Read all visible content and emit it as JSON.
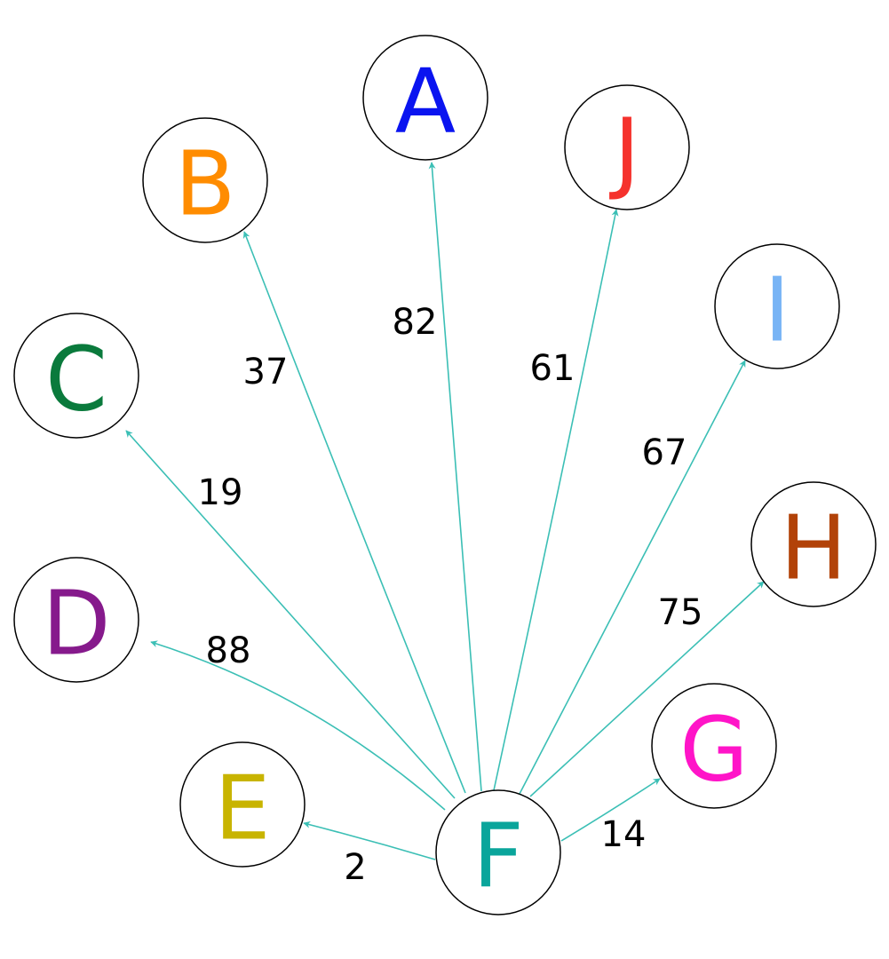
{
  "edge_color": "#3bbfb5",
  "nodes": [
    {
      "id": "A",
      "label": "A",
      "color": "#0a14f0"
    },
    {
      "id": "B",
      "label": "B",
      "color": "#ff8c00"
    },
    {
      "id": "C",
      "label": "C",
      "color": "#0a7a3c"
    },
    {
      "id": "D",
      "label": "D",
      "color": "#861a8c"
    },
    {
      "id": "E",
      "label": "E",
      "color": "#c8b400"
    },
    {
      "id": "F",
      "label": "F",
      "color": "#0aa59b"
    },
    {
      "id": "G",
      "label": "G",
      "color": "#ff14c8"
    },
    {
      "id": "H",
      "label": "H",
      "color": "#b24208"
    },
    {
      "id": "I",
      "label": "I",
      "color": "#78b4f5"
    },
    {
      "id": "J",
      "label": "J",
      "color": "#f5322d"
    }
  ],
  "edges": [
    {
      "from": "F",
      "to": "A",
      "weight": "82"
    },
    {
      "from": "F",
      "to": "B",
      "weight": "37"
    },
    {
      "from": "F",
      "to": "C",
      "weight": "19"
    },
    {
      "from": "F",
      "to": "D",
      "weight": "88"
    },
    {
      "from": "F",
      "to": "E",
      "weight": "2"
    },
    {
      "from": "F",
      "to": "G",
      "weight": "14"
    },
    {
      "from": "F",
      "to": "H",
      "weight": "75"
    },
    {
      "from": "F",
      "to": "I",
      "weight": "67"
    },
    {
      "from": "F",
      "to": "J",
      "weight": "61"
    }
  ]
}
